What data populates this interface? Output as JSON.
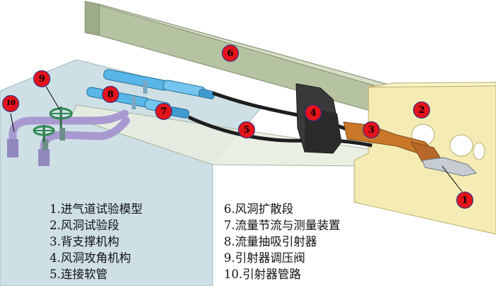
{
  "callouts": [
    {
      "id": "1",
      "label": "1"
    },
    {
      "id": "2",
      "label": "2"
    },
    {
      "id": "3",
      "label": "3"
    },
    {
      "id": "4",
      "label": "4"
    },
    {
      "id": "5",
      "label": "5"
    },
    {
      "id": "6",
      "label": "6"
    },
    {
      "id": "7",
      "label": "7"
    },
    {
      "id": "8",
      "label": "8"
    },
    {
      "id": "9",
      "label": "9"
    },
    {
      "id": "10",
      "label": "10"
    }
  ],
  "legend": {
    "left": [
      "1.进气道试验模型",
      "2.风洞试验段",
      "3.背支撑机构",
      "4.风洞攻角机构",
      "5.连接软管"
    ],
    "right": [
      "6.风洞扩散段",
      "7.流量节流与测量装置",
      "8.流量抽吸引射器",
      "9.引射器调压阀",
      "10.引射器管路"
    ]
  },
  "colors": {
    "diffuser": "#b9c6a6",
    "test_section": "#f4ecb4",
    "floor_panel": "#c6dbe2",
    "ejector_blue": "#58b6e8",
    "valve_green": "#2e8a52",
    "pipe_purple": "#a89ad0",
    "callout_red": "#e4141a",
    "callout_border": "#1b2e8c",
    "support_orange": "#c9782a",
    "hose_black": "#1e1e1e"
  }
}
